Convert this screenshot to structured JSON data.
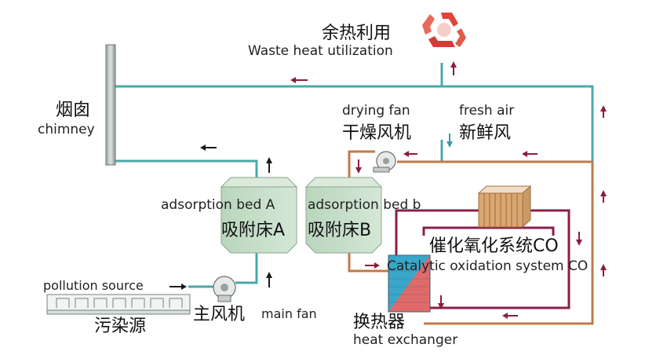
{
  "labels": {
    "waste_heat_zh": "余热利用",
    "waste_heat_en": "Waste heat utilization",
    "chimney_zh": "烟囱",
    "chimney_en": "chimney",
    "drying_fan_en": "drying fan",
    "drying_fan_zh": "干燥风机",
    "fresh_air_en": "fresh air",
    "fresh_air_zh": "新鲜风",
    "bed_a_en": "adsorption bed A",
    "bed_a_zh": "吸附床A",
    "bed_b_en": "adsorption bed b",
    "bed_b_zh": "吸附床B",
    "catalytic_zh": "催化氧化系统CO",
    "catalytic_en": "Catalytic oxidation system CO",
    "pollution_en": "pollution source",
    "pollution_zh": "污染源",
    "main_fan_zh": "主风机",
    "main_fan_en": "main fan",
    "heat_exchanger_zh": "换热器",
    "heat_exchanger_en": "heat exchanger"
  },
  "colors": {
    "teal_pipe": "#4aa9a9",
    "copper_pipe": "#c07a4a",
    "maroon_pipe": "#8a1f4a",
    "arrow_dark": "#1a1a1a",
    "arrow_maroon": "#8a1f3a",
    "bed_fill": "#c9e0cc",
    "bed_top": "#dbeadb",
    "recycle_red": "#e0443a"
  },
  "icons": [
    "recycle-icon",
    "fan-icon",
    "catalyst-block-icon",
    "chimney-stack-icon"
  ]
}
